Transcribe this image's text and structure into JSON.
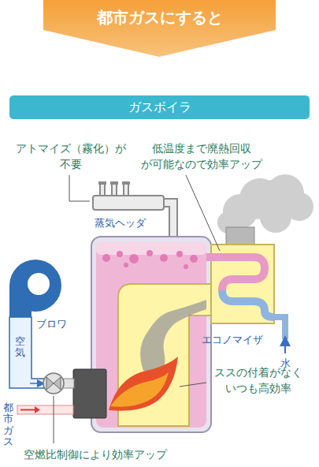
{
  "diagram": {
    "title": "都市ガスにすると",
    "nodes": [
      {
        "text": [
          "ガスボイラ"
        ]
      }
    ],
    "labels": [
      "アトマイズ（霧化）が 不要",
      "低温度まで廃熱回収 が可能なので効率アップ",
      "蒸気ヘッダ",
      "ブロワ",
      "空気",
      "エコノマイザ",
      "水",
      "ススの付着がなく いつも高効率",
      "都市ガス",
      "空燃比制御により効率アップ"
    ]
  }
}
